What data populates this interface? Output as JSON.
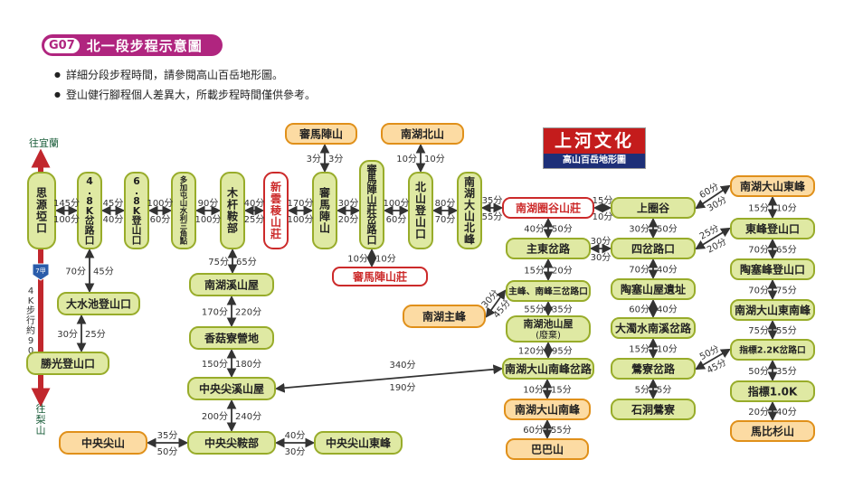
{
  "header": {
    "code": "G07",
    "title": "北一段步程示意圖",
    "notes": [
      "詳細分段步程時間，請參閱高山百岳地形圖。",
      "登山健行腳程個人差異大，所載步程時間僅供參考。"
    ]
  },
  "logo": {
    "main": "上河文化",
    "sub": "高山百岳地形圖"
  },
  "colors": {
    "node_fill": "#dfe9a3",
    "node_stroke": "#98ac2a",
    "peak_fill": "#fcdba3",
    "peak_stroke": "#e0901a",
    "special_stroke": "#cc2a2a",
    "main_road": "#c1272d",
    "badge": "#b0257f"
  },
  "route_markers": {
    "north": "往宜蘭",
    "south": "往梨山",
    "highway": "7甲",
    "road_note": "4K步行約90分"
  },
  "nodes": {
    "siyuan": "思源埡口",
    "fork48": "4.8K岔路口",
    "trail68": "6.8K登山口",
    "duojiatun": "多加屯山水利三角點",
    "muganan": "木杆鞍部",
    "xinyun": "新雲稜山莊",
    "shenmachen": "審馬陣山",
    "shenma_peak": "審馬陣山",
    "shenma_fork": "審馬陣山莊岔路口",
    "shenma_hut": "審馬陣山莊",
    "nanhu_north_peak": "南湖北山",
    "north_trail": "北山登山口",
    "nanhu_dabei": "南湖大山北峰",
    "dashuichi": "大水池登山口",
    "shengguang": "勝光登山口",
    "nanhuxi_hut": "南湖溪山屋",
    "xiangguliao": "香菇寮營地",
    "zhongjianxi_hut": "中央尖溪山屋",
    "zhongjian_saddle": "中央尖鞍部",
    "zhongjian": "中央尖山",
    "zhongjian_east": "中央尖山東峰",
    "nanhu_quangu": "南湖圈谷山莊",
    "zhudong_fork": "主東岔路",
    "zhunan_fork": "主峰、南峰三岔路口",
    "nanhu_main": "南湖主峰",
    "nanhuchi_hut": "南湖池山屋",
    "nanhuchi_hut_note": "(廢棄)",
    "nanhu_south_fork": "南湖大山南峰岔路",
    "nanhu_south": "南湖大山南峰",
    "baba": "巴巴山",
    "shangquangu": "上圈谷",
    "sicha": "四岔路口",
    "taosai_ruins": "陶塞山屋遺址",
    "dazhuoshui": "大濁水南溪岔路",
    "yingliao_fork": "鶯寮岔路",
    "shidong": "石洞鶯寮",
    "nanhu_dong": "南湖大山東峰",
    "dongfeng_trail": "東峰登山口",
    "taosai_peak": "陶塞峰登山口",
    "nanhu_dongnan": "南湖大山東南峰",
    "marker22": "指標2.2K岔路口",
    "marker10": "指標1.0K",
    "mabishan": "馬比杉山"
  },
  "times": {
    "t1a": "145分",
    "t1b": "100分",
    "t2a": "45分",
    "t2b": "40分",
    "t3a": "100分",
    "t3b": "60分",
    "t4a": "90分",
    "t4b": "100分",
    "t5a": "40分",
    "t5b": "25分",
    "t6a": "170分",
    "t6b": "100分",
    "t7a": "30分",
    "t7b": "20分",
    "t8a": "100分",
    "t8b": "60分",
    "t9a": "80分",
    "t9b": "70分",
    "t10a": "35分",
    "t10b": "55分",
    "t11a": "3分",
    "t11b": "3分",
    "t12a": "10分",
    "t12b": "10分",
    "t13a": "10分",
    "t13b": "10分",
    "t14a": "15分",
    "t14b": "10分",
    "t15a": "70分",
    "t15b": "45分",
    "t16a": "30分",
    "t16b": "25分",
    "t17a": "75分",
    "t17b": "65分",
    "t18a": "170分",
    "t18b": "220分",
    "t19a": "150分",
    "t19b": "180分",
    "t20a": "200分",
    "t20b": "240分",
    "t21a": "35分",
    "t21b": "50分",
    "t22a": "40分",
    "t22b": "30分",
    "t23a": "340分",
    "t23b": "190分",
    "t24a": "40分",
    "t24b": "50分",
    "t25a": "15分",
    "t25b": "20分",
    "t26a": "30分",
    "t26b": "45分",
    "t27a": "55分",
    "t27b": "35分",
    "t28a": "120分",
    "t28b": "95分",
    "t29a": "10分",
    "t29b": "15分",
    "t30a": "60分",
    "t30b": "55分",
    "t31a": "30分",
    "t31b": "50分",
    "t32a": "30分",
    "t32b": "30分",
    "t33a": "70分",
    "t33b": "40分",
    "t34a": "60分",
    "t34b": "40分",
    "t35a": "15分",
    "t35b": "10分",
    "t36a": "5分",
    "t36b": "5分",
    "t37a": "60分",
    "t37b": "30分",
    "t38a": "15分",
    "t38b": "10分",
    "t39a": "25分",
    "t39b": "20分",
    "t40a": "70分",
    "t40b": "65分",
    "t41a": "70分",
    "t41b": "75分",
    "t42a": "75分",
    "t42b": "55分",
    "t43a": "50分",
    "t43b": "45分",
    "t44a": "50分",
    "t44b": "35分",
    "t45a": "20分",
    "t45b": "40分"
  }
}
